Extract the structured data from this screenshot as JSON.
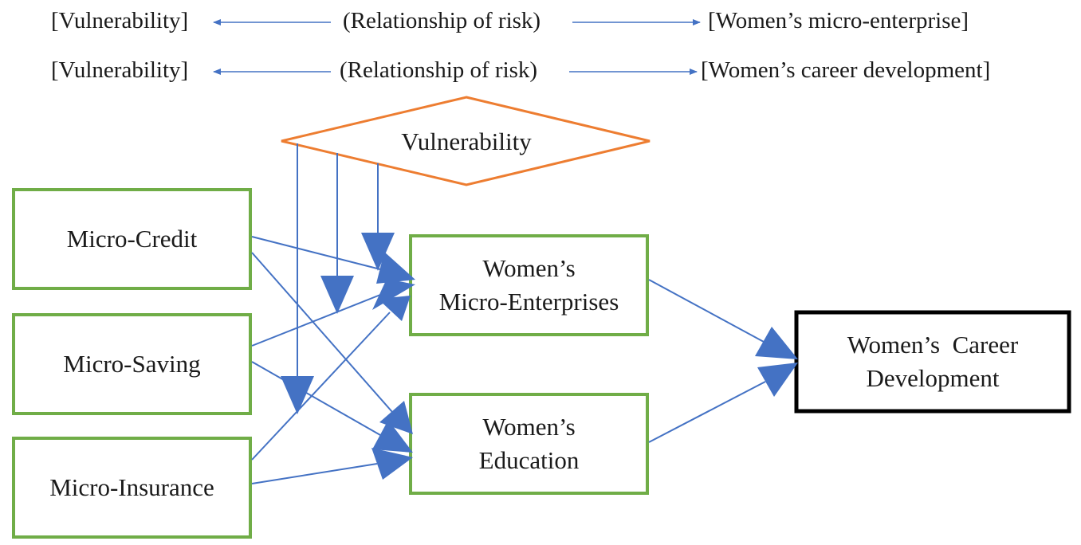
{
  "colors": {
    "arrow": "#4472C4",
    "green_border": "#70AD47",
    "orange_border": "#ED7D31",
    "black_border": "#000000",
    "text": "#1a1a1a"
  },
  "legend": [
    {
      "left": "[Vulnerability]",
      "middle": "(Relationship of risk)",
      "right": "[Women’s micro-enterprise]"
    },
    {
      "left": "[Vulnerability]",
      "middle": "(Relationship of risk)",
      "right": "[Women’s career development]"
    }
  ],
  "nodes": {
    "vulnerability": {
      "label": "Vulnerability",
      "icon": "diamond"
    },
    "micro_credit": {
      "label": "Micro-Credit"
    },
    "micro_saving": {
      "label": "Micro-Saving"
    },
    "micro_insurance": {
      "label": "Micro-Insurance"
    },
    "womens_micro_enterprises": {
      "line1": "Women’s",
      "line2": "Micro-Enterprises"
    },
    "womens_education": {
      "line1": "Women’s",
      "line2": "Education"
    },
    "womens_career_development": {
      "line1": "Women’s  Career",
      "line2": "Development"
    }
  },
  "edges": [
    {
      "from": "micro_credit",
      "to": "womens_micro_enterprises"
    },
    {
      "from": "micro_credit",
      "to": "womens_education"
    },
    {
      "from": "micro_saving",
      "to": "womens_micro_enterprises"
    },
    {
      "from": "micro_saving",
      "to": "womens_education"
    },
    {
      "from": "micro_insurance",
      "to": "womens_micro_enterprises"
    },
    {
      "from": "micro_insurance",
      "to": "womens_education"
    },
    {
      "from": "womens_micro_enterprises",
      "to": "womens_career_development"
    },
    {
      "from": "womens_education",
      "to": "womens_career_development"
    },
    {
      "from": "vulnerability",
      "to": "moderation",
      "count": 3
    }
  ]
}
